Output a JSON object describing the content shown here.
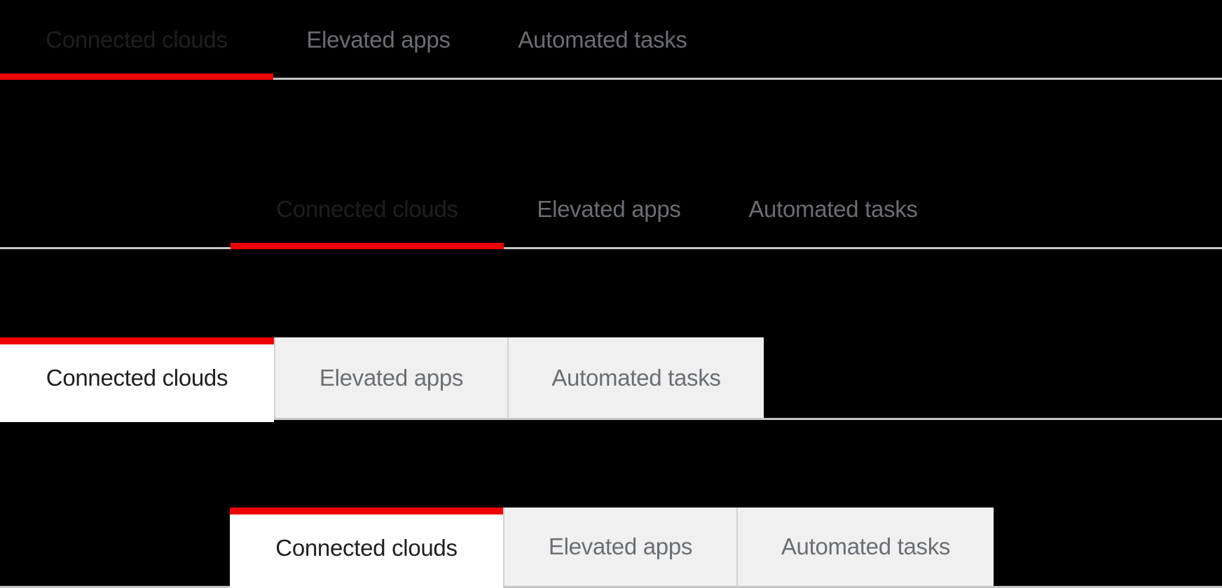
{
  "colors": {
    "accent_red": "#ee0000",
    "active_text": "#1f1f1f",
    "inactive_text": "#6a6e73",
    "rule_gray": "#c6c6c6",
    "box_tab_bg": "#f0f0f0",
    "box_tab_border": "#d2d2d2",
    "active_box_bg": "#ffffff",
    "canvas_bg": "#000000"
  },
  "groups": [
    {
      "id": "underline-default",
      "style": "underline",
      "active_index": 0,
      "tabs": [
        {
          "label": "Connected clouds",
          "active": true
        },
        {
          "label": "Elevated apps",
          "active": false
        },
        {
          "label": "Automated tasks",
          "active": false
        }
      ]
    },
    {
      "id": "underline-indented",
      "style": "underline",
      "active_index": 0,
      "tabs": [
        {
          "label": "Connected clouds",
          "active": true
        },
        {
          "label": "Elevated apps",
          "active": false
        },
        {
          "label": "Automated tasks",
          "active": false
        }
      ]
    },
    {
      "id": "box-default",
      "style": "box",
      "active_index": 0,
      "tabs": [
        {
          "label": "Connected clouds",
          "active": true
        },
        {
          "label": "Elevated apps",
          "active": false
        },
        {
          "label": "Automated tasks",
          "active": false
        }
      ]
    },
    {
      "id": "box-indented",
      "style": "box",
      "active_index": 0,
      "tabs": [
        {
          "label": "Connected clouds",
          "active": true
        },
        {
          "label": "Elevated apps",
          "active": false
        },
        {
          "label": "Automated tasks",
          "active": false
        }
      ]
    }
  ]
}
